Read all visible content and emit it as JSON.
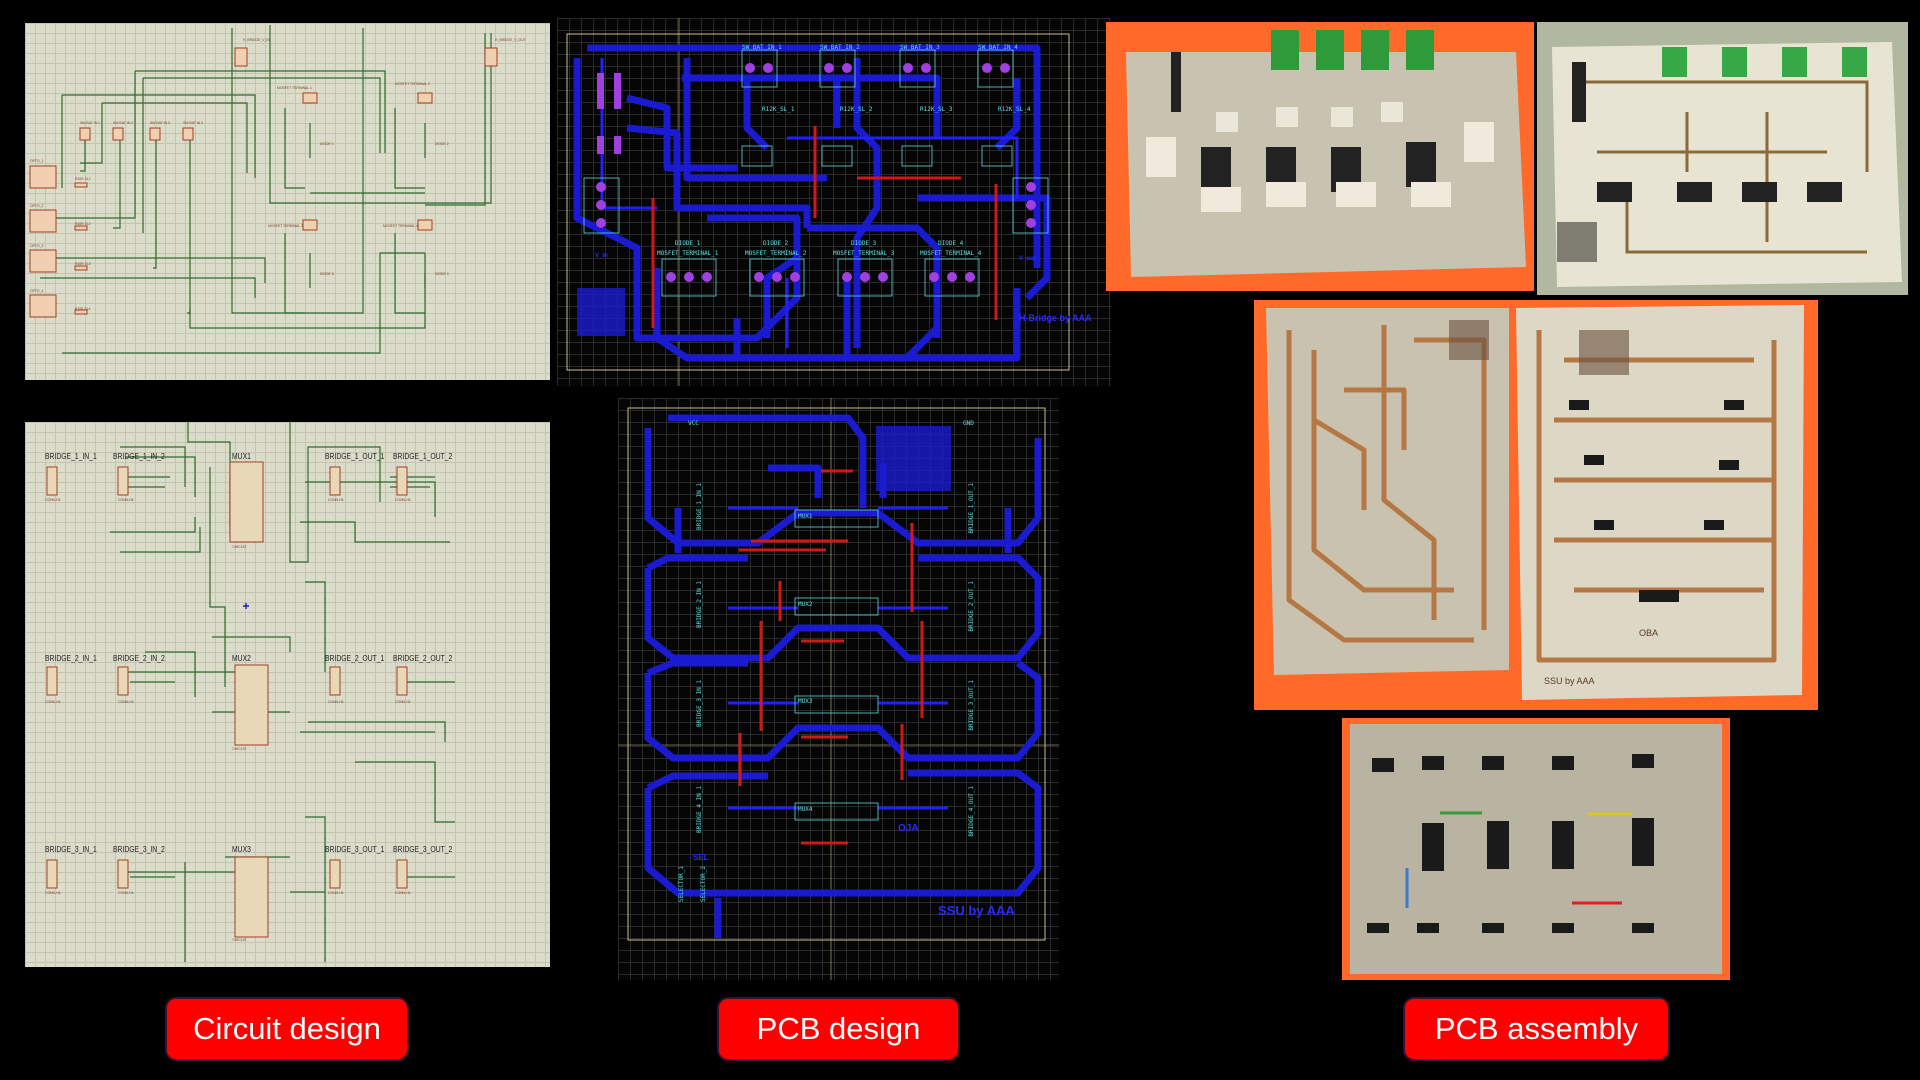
{
  "captions": {
    "circuit": "Circuit design",
    "pcb": "PCB design",
    "assembly": "PCB assembly"
  },
  "colors": {
    "caption_bg": "#ff0000",
    "schematic_bg": "#dcdccb",
    "wire": "#2e6b2e",
    "component": "#c07050",
    "pcb_bg": "#050505",
    "trace": "#1a1ad0",
    "jumper": "#d01818",
    "pad": "#a040e0",
    "photo_bg": "#ff6a2a"
  },
  "schematic_hbridge": {
    "connectors": [
      "H_BRIDGE_V_IN",
      "H_BRIDGE_V_OUT",
      "SW BAT IN 1",
      "SW BAT IN 2",
      "SW BAT IN 3",
      "SW BAT IN 4"
    ],
    "mosfets": [
      "MOSFET TERMINAL 1",
      "MOSFET TERMINAL 2",
      "MOSFET TERMINAL 3",
      "MOSFET TERMINAL 4"
    ],
    "diodes": [
      "DIODE 1",
      "DIODE 2",
      "DIODE 3",
      "DIODE 4"
    ],
    "optos": [
      "OPTO_1",
      "OPTO_2",
      "OPTO_3",
      "OPTO_4"
    ],
    "resistors": [
      "R10K SL1",
      "R10K SL2",
      "R10K SL3",
      "R10K SL4"
    ]
  },
  "schematic_mux": {
    "rows": [
      {
        "in1": "BRIDGE_1_IN_1",
        "in2": "BRIDGE_1_IN_2",
        "mux": "MUX1",
        "out1": "BRIDGE_1_OUT_1",
        "out2": "BRIDGE_1_OUT_2"
      },
      {
        "in1": "BRIDGE_2_IN_1",
        "in2": "BRIDGE_2_IN_2",
        "mux": "MUX2",
        "out1": "BRIDGE_2_OUT_1",
        "out2": "BRIDGE_2_OUT_2"
      },
      {
        "in1": "BRIDGE_3_IN_1",
        "in2": "BRIDGE_3_IN_2",
        "mux": "MUX3",
        "out1": "BRIDGE_3_OUT_1",
        "out2": "BRIDGE_3_OUT_2"
      }
    ],
    "chip": "74HC157",
    "conn": "CONN-H4"
  },
  "pcb_hbridge": {
    "sw_labels": [
      "SW_BAT_IN_1",
      "SW_BAT_IN_2",
      "SW_BAT_IN_3",
      "SW_BAT_IN_4"
    ],
    "r_labels": [
      "R12K_SL_1",
      "R12K_SL_2",
      "R12K_SL_3",
      "R12K_SL_4"
    ],
    "diode_labels": [
      "DIODE_1",
      "DIODE_2",
      "DIODE_3",
      "DIODE_4"
    ],
    "mosfet_labels": [
      "MOSFET_TERMINAL_1",
      "MOSFET_TERMINAL_2",
      "MOSFET_TERMINAL_3",
      "MOSFET_TERMINAL_4"
    ],
    "v_in": "V_in",
    "v_out": "V_out",
    "credit": "H-Bridge by AAA"
  },
  "pcb_mux": {
    "in_labels": [
      "BRIDGE_1_IN_1",
      "BRIDGE_2_IN_1",
      "BRIDGE_3_IN_1",
      "BRIDGE_4_IN_1"
    ],
    "out_labels": [
      "BRIDGE_1_OUT_1",
      "BRIDGE_2_OUT_1",
      "BRIDGE_3_OUT_1",
      "BRIDGE_4_OUT_1"
    ],
    "chips": [
      "MUX1",
      "MUX2",
      "MUX3",
      "MUX4"
    ],
    "sel": "SEL",
    "selectors": [
      "SELECTOR_1",
      "SELECTOR_2"
    ],
    "vcc": "VCC",
    "gnd": "GND",
    "credit": "SSU by AAA",
    "mark": "OJA"
  },
  "photos": {
    "etched_credit": "SSU by AAA",
    "etched_mark": "OBA"
  }
}
